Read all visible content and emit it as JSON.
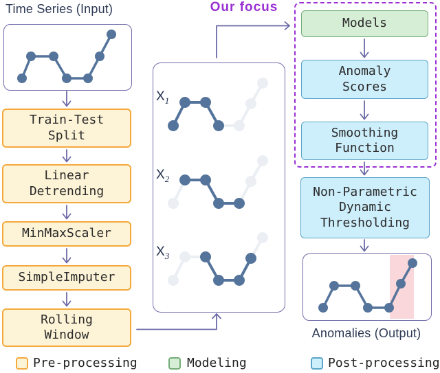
{
  "diagram": {
    "input_title": "Time Series (Input)",
    "output_title": "Anomalies (Output)",
    "focus_label": "Our focus"
  },
  "pipeline": {
    "steps": [
      {
        "label": "Train-Test\nSplit"
      },
      {
        "label": "Linear\nDetrending"
      },
      {
        "label": "MinMaxScaler"
      },
      {
        "label": "SimpleImputer"
      },
      {
        "label": "Rolling\nWindow"
      }
    ]
  },
  "focus_section": {
    "models": "Models",
    "anomaly_scores": "Anomaly\nScores",
    "smoothing": "Smoothing\nFunction"
  },
  "post_section": {
    "thresholding": "Non-Parametric\nDynamic\nThresholding"
  },
  "windows": [
    {
      "base": "X",
      "sub": "1"
    },
    {
      "base": "X",
      "sub": "2"
    },
    {
      "base": "X",
      "sub": "3"
    }
  ],
  "legend": {
    "items": [
      {
        "label": "Pre-processing",
        "category": "preprocessing"
      },
      {
        "label": "Modeling",
        "category": "modeling"
      },
      {
        "label": "Post-processing",
        "category": "postprocessing"
      }
    ]
  },
  "colors": {
    "series": "#55749b",
    "series_faded": "#ebeef3",
    "preprocessing_fill": "#fdf3d6",
    "preprocessing_border": "#f4a93c",
    "modeling_fill": "#d6edd6",
    "modeling_border": "#74ad77",
    "postprocessing_fill": "#cdeefb",
    "postprocessing_border": "#5aa5c8",
    "focus_purple": "#9a30d3",
    "arrow": "#6b69a5",
    "frame_border": "#6f6ba8",
    "anomaly_band": "#f9d7da"
  },
  "charts": {
    "input": {
      "r": 7,
      "stroke": 3.5,
      "dark": [
        0,
        6
      ],
      "points": [
        [
          26,
          78
        ],
        [
          39,
          46
        ],
        [
          72,
          46
        ],
        [
          91,
          78
        ],
        [
          122,
          78
        ],
        [
          139,
          46
        ],
        [
          156,
          14
        ]
      ]
    },
    "window_charts": [
      {
        "r": 8,
        "stroke": 4,
        "dark": [
          0,
          3
        ],
        "points": [
          [
            15,
            71
          ],
          [
            32,
            37
          ],
          [
            62,
            37
          ],
          [
            81,
            71
          ],
          [
            111,
            71
          ],
          [
            128,
            39
          ],
          [
            145,
            9
          ]
        ]
      },
      {
        "r": 8,
        "stroke": 4,
        "dark": [
          1,
          4
        ],
        "points": [
          [
            15,
            71
          ],
          [
            32,
            37
          ],
          [
            62,
            37
          ],
          [
            81,
            71
          ],
          [
            111,
            71
          ],
          [
            128,
            39
          ],
          [
            145,
            9
          ]
        ]
      },
      {
        "r": 8,
        "stroke": 4,
        "dark": [
          2,
          5
        ],
        "points": [
          [
            15,
            71
          ],
          [
            32,
            37
          ],
          [
            62,
            37
          ],
          [
            81,
            71
          ],
          [
            111,
            71
          ],
          [
            128,
            39
          ],
          [
            145,
            9
          ]
        ]
      }
    ],
    "output": {
      "r": 7,
      "stroke": 3.5,
      "dark": [
        0,
        6
      ],
      "band": {
        "x": 125,
        "width": 35
      },
      "points": [
        [
          28,
          77
        ],
        [
          44,
          45
        ],
        [
          75,
          45
        ],
        [
          93,
          77
        ],
        [
          124,
          77
        ],
        [
          141,
          42
        ],
        [
          158,
          12
        ]
      ]
    }
  }
}
